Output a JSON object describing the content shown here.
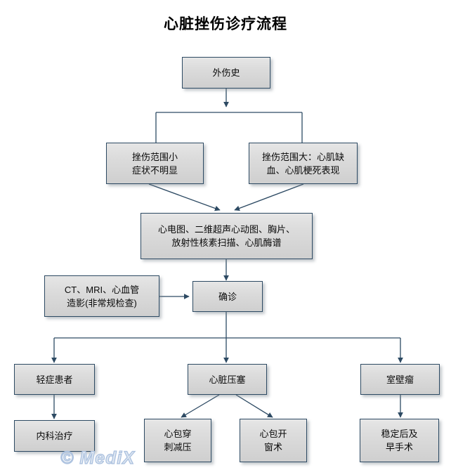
{
  "title": "心脏挫伤诊疗流程",
  "watermark": "© MediX",
  "colors": {
    "box_border": "#2d4a63",
    "box_fill_top": "#e6e6e6",
    "box_fill_bottom": "#cfcfcf",
    "connector": "#2d4a63",
    "background": "#ffffff",
    "watermark": "#dde6f2"
  },
  "nodes": {
    "trauma_history": "外伤史",
    "small_contusion": "挫伤范围小\n症状不明显",
    "large_contusion": "挫伤范围大：心肌缺\n血、心肌梗死表现",
    "routine_exams": "心电图、二维超声心动图、胸片、\n放射性核素扫描、心肌酶谱",
    "special_exams": "CT、MRI、心血管\n造影(非常规检查)",
    "confirmed_diagnosis": "确诊",
    "mild_patients": "轻症患者",
    "cardiac_tamponade": "心脏压塞",
    "ventricular_aneurysm": "室壁瘤",
    "medical_treatment": "内科治疗",
    "pericardiocentesis": "心包穿\n刺减压",
    "pericardial_window": "心包开\n窗术",
    "early_surgery": "稳定后及\n早手术"
  },
  "flow": {
    "edges": [
      "外伤史 → 挫伤范围小 症状不明显",
      "外伤史 → 挫伤范围大：心肌缺血、心肌梗死表现",
      "挫伤范围小 症状不明显 → 心电图、二维超声心动图、胸片、放射性核素扫描、心肌酶谱",
      "挫伤范围大：心肌缺血、心肌梗死表现 → 心电图、二维超声心动图、胸片、放射性核素扫描、心肌酶谱",
      "心电图、二维超声心动图、胸片、放射性核素扫描、心肌酶谱 → 确诊",
      "CT、MRI、心血管造影(非常规检查) → 确诊",
      "确诊 → 轻症患者",
      "确诊 → 心脏压塞",
      "确诊 → 室壁瘤",
      "轻症患者 → 内科治疗",
      "心脏压塞 → 心包穿刺减压",
      "心脏压塞 → 心包开窗术",
      "室壁瘤 → 稳定后及早手术"
    ]
  }
}
